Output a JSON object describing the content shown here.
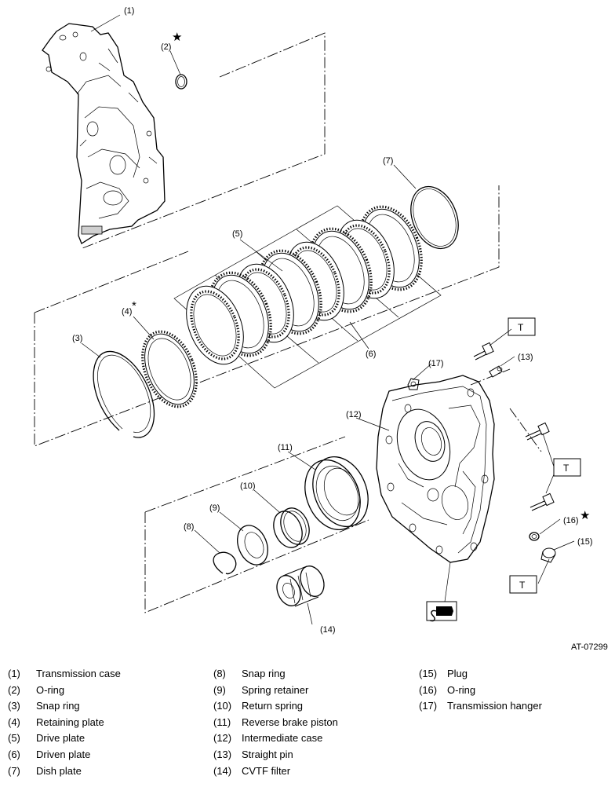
{
  "callouts": {
    "c1": "(1)",
    "c2": "(2)",
    "c3": "(3)",
    "c4": "(4)",
    "c5": "(5)",
    "c6": "(6)",
    "c7": "(7)",
    "c8": "(8)",
    "c9": "(9)",
    "c10": "(10)",
    "c11": "(11)",
    "c12": "(12)",
    "c13": "(13)",
    "c14": "(14)",
    "c15": "(15)",
    "c16": "(16)",
    "c17": "(17)"
  },
  "symbols": {
    "replace_star": "★",
    "selective_asterisk": "*",
    "torque_box": "T"
  },
  "figure_code": "AT-07299",
  "legend": {
    "col1": [
      {
        "num": "(1)",
        "name": "Transmission case"
      },
      {
        "num": "(2)",
        "name": "O-ring"
      },
      {
        "num": "(3)",
        "name": "Snap ring"
      },
      {
        "num": "(4)",
        "name": "Retaining plate"
      },
      {
        "num": "(5)",
        "name": "Drive plate"
      },
      {
        "num": "(6)",
        "name": "Driven plate"
      },
      {
        "num": "(7)",
        "name": "Dish plate"
      }
    ],
    "col2": [
      {
        "num": "(8)",
        "name": "Snap ring"
      },
      {
        "num": "(9)",
        "name": "Spring retainer"
      },
      {
        "num": "(10)",
        "name": "Return spring"
      },
      {
        "num": "(11)",
        "name": "Reverse brake piston"
      },
      {
        "num": "(12)",
        "name": "Intermediate case"
      },
      {
        "num": "(13)",
        "name": "Straight pin"
      },
      {
        "num": "(14)",
        "name": "CVTF filter"
      }
    ],
    "col3": [
      {
        "num": "(15)",
        "name": "Plug"
      },
      {
        "num": "(16)",
        "name": "O-ring"
      },
      {
        "num": "(17)",
        "name": "Transmission hanger"
      }
    ]
  },
  "colors": {
    "line": "#000000",
    "background": "#ffffff",
    "fill_gray": "#cfcfcf"
  },
  "icons": [
    "star-icon",
    "asterisk-icon",
    "torque-box",
    "liquid-gasket-icon"
  ]
}
